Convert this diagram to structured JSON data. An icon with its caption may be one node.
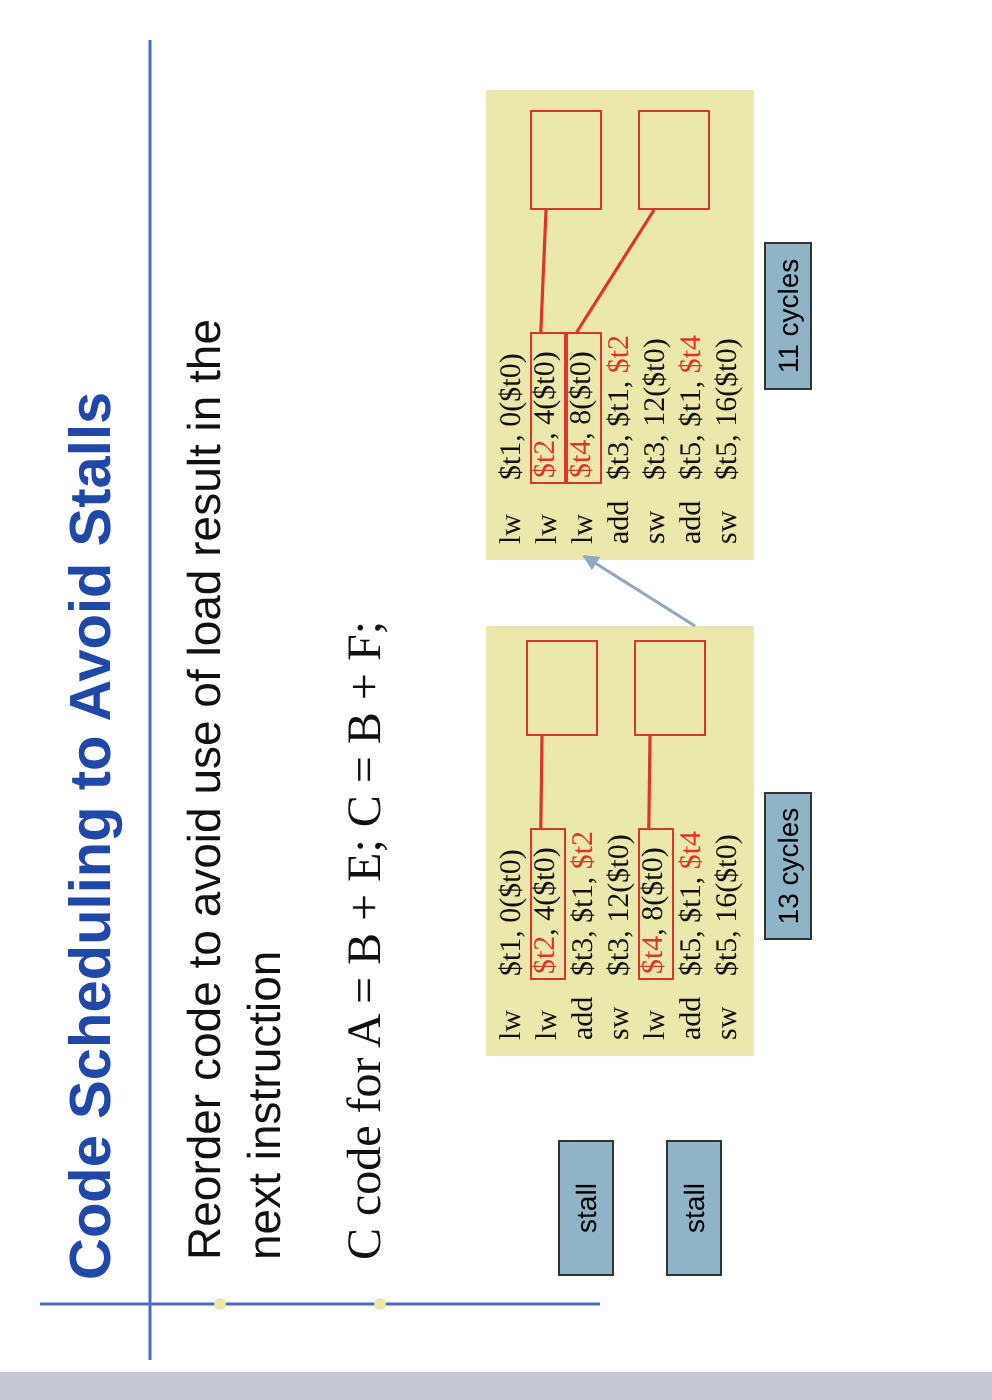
{
  "diagram": {
    "title": "Code Scheduling to Avoid Stalls",
    "nodes": [
      {
        "text": [
          "stall"
        ]
      },
      {
        "text": [
          "stall"
        ]
      },
      {
        "text": [
          "lw $t1, 0($t0)",
          "lw",
          "add $t3, $t1, $t2",
          "sw $t3, 12($t0)",
          "lw",
          "add $t5, $t1, $t4",
          "sw $t5, 16($t0)"
        ]
      },
      {
        "text": [
          "$t2, 4($t0)"
        ],
        "in": 2
      },
      {
        "text": [],
        "shape": "box",
        "in": 2
      },
      {
        "text": [
          "$t4, 8($t0)"
        ],
        "in": 2
      },
      {
        "text": [],
        "shape": "box",
        "in": 2
      },
      {
        "text": [
          "13 cycles"
        ]
      },
      {
        "text": [
          "lw $t1, 0($t0)",
          "lw",
          "lw",
          "add $t3, $t1, $t2",
          "sw $t3, 12($t0)",
          "add $t5, $t1, $t4",
          "sw $t5, 16($t0)"
        ]
      },
      {
        "text": [
          "$t2, 4($t0)"
        ],
        "in": 8
      },
      {
        "text": [
          "$t4, 8($t0)"
        ],
        "in": 8
      },
      {
        "text": [],
        "shape": "box",
        "in": 8
      },
      {
        "text": [],
        "shape": "box",
        "in": 8
      },
      {
        "text": [
          "11 cycles"
        ]
      }
    ],
    "edges": [
      {
        "from": 3,
        "to": 4,
        "arrow": "none"
      },
      {
        "from": 5,
        "to": 6,
        "arrow": "none"
      },
      {
        "from": 9,
        "to": 11,
        "arrow": "none"
      },
      {
        "from": 10,
        "to": 12,
        "arrow": "none"
      },
      {
        "from": 2,
        "to": 8,
        "arrow": "to",
        "color": "#8fa9c2"
      }
    ],
    "labels": [
      "Reorder code to avoid use of load result in the next instruction",
      "C code for A = B + E; C = B + F;"
    ]
  }
}
